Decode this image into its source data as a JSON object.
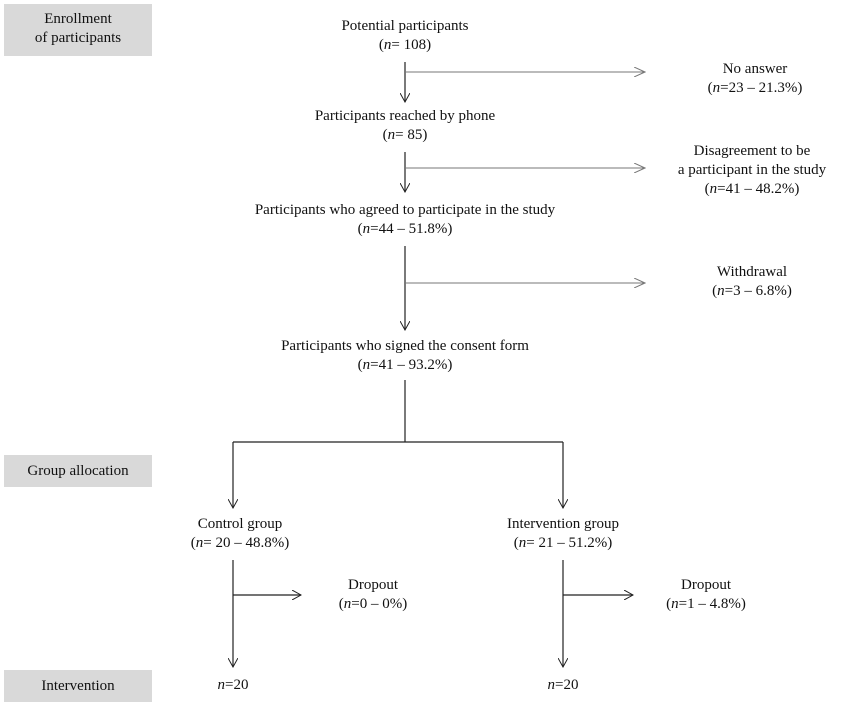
{
  "stages": {
    "enrollment": [
      "Enrollment",
      "of participants"
    ],
    "allocation": "Group allocation",
    "intervention": "Intervention"
  },
  "nodes": {
    "potential": {
      "label": "Potential participants",
      "n_text": "= 108"
    },
    "reached": {
      "label": "Participants reached by phone",
      "n_text": "= 85"
    },
    "agreed": {
      "label": "Participants who agreed to participate in the study",
      "n_text": "=44 – 51.8%"
    },
    "signed": {
      "label": "Participants who signed the consent form",
      "n_text": "=41 – 93.2%"
    },
    "control": {
      "label": "Control group",
      "n_text": "= 20 – 48.8%"
    },
    "intervention": {
      "label": "Intervention group",
      "n_text": "= 21 – 51.2%"
    },
    "control_final": {
      "n_text": "=20"
    },
    "intervention_final": {
      "n_text": "=20"
    }
  },
  "exclusions": {
    "no_answer": {
      "label": [
        "No answer"
      ],
      "n_text": "=23 – 21.3%"
    },
    "disagreement": {
      "label": [
        "Disagreement to be",
        "a participant in the study"
      ],
      "n_text": "=41 – 48.2%"
    },
    "withdrawal": {
      "label": [
        "Withdrawal"
      ],
      "n_text": "=3 – 6.8%"
    },
    "dropout_control": {
      "label": [
        "Dropout"
      ],
      "n_text": "=0 – 0%"
    },
    "dropout_intervention": {
      "label": [
        "Dropout"
      ],
      "n_text": "=1 – 4.8%"
    }
  },
  "n_symbol": "n"
}
